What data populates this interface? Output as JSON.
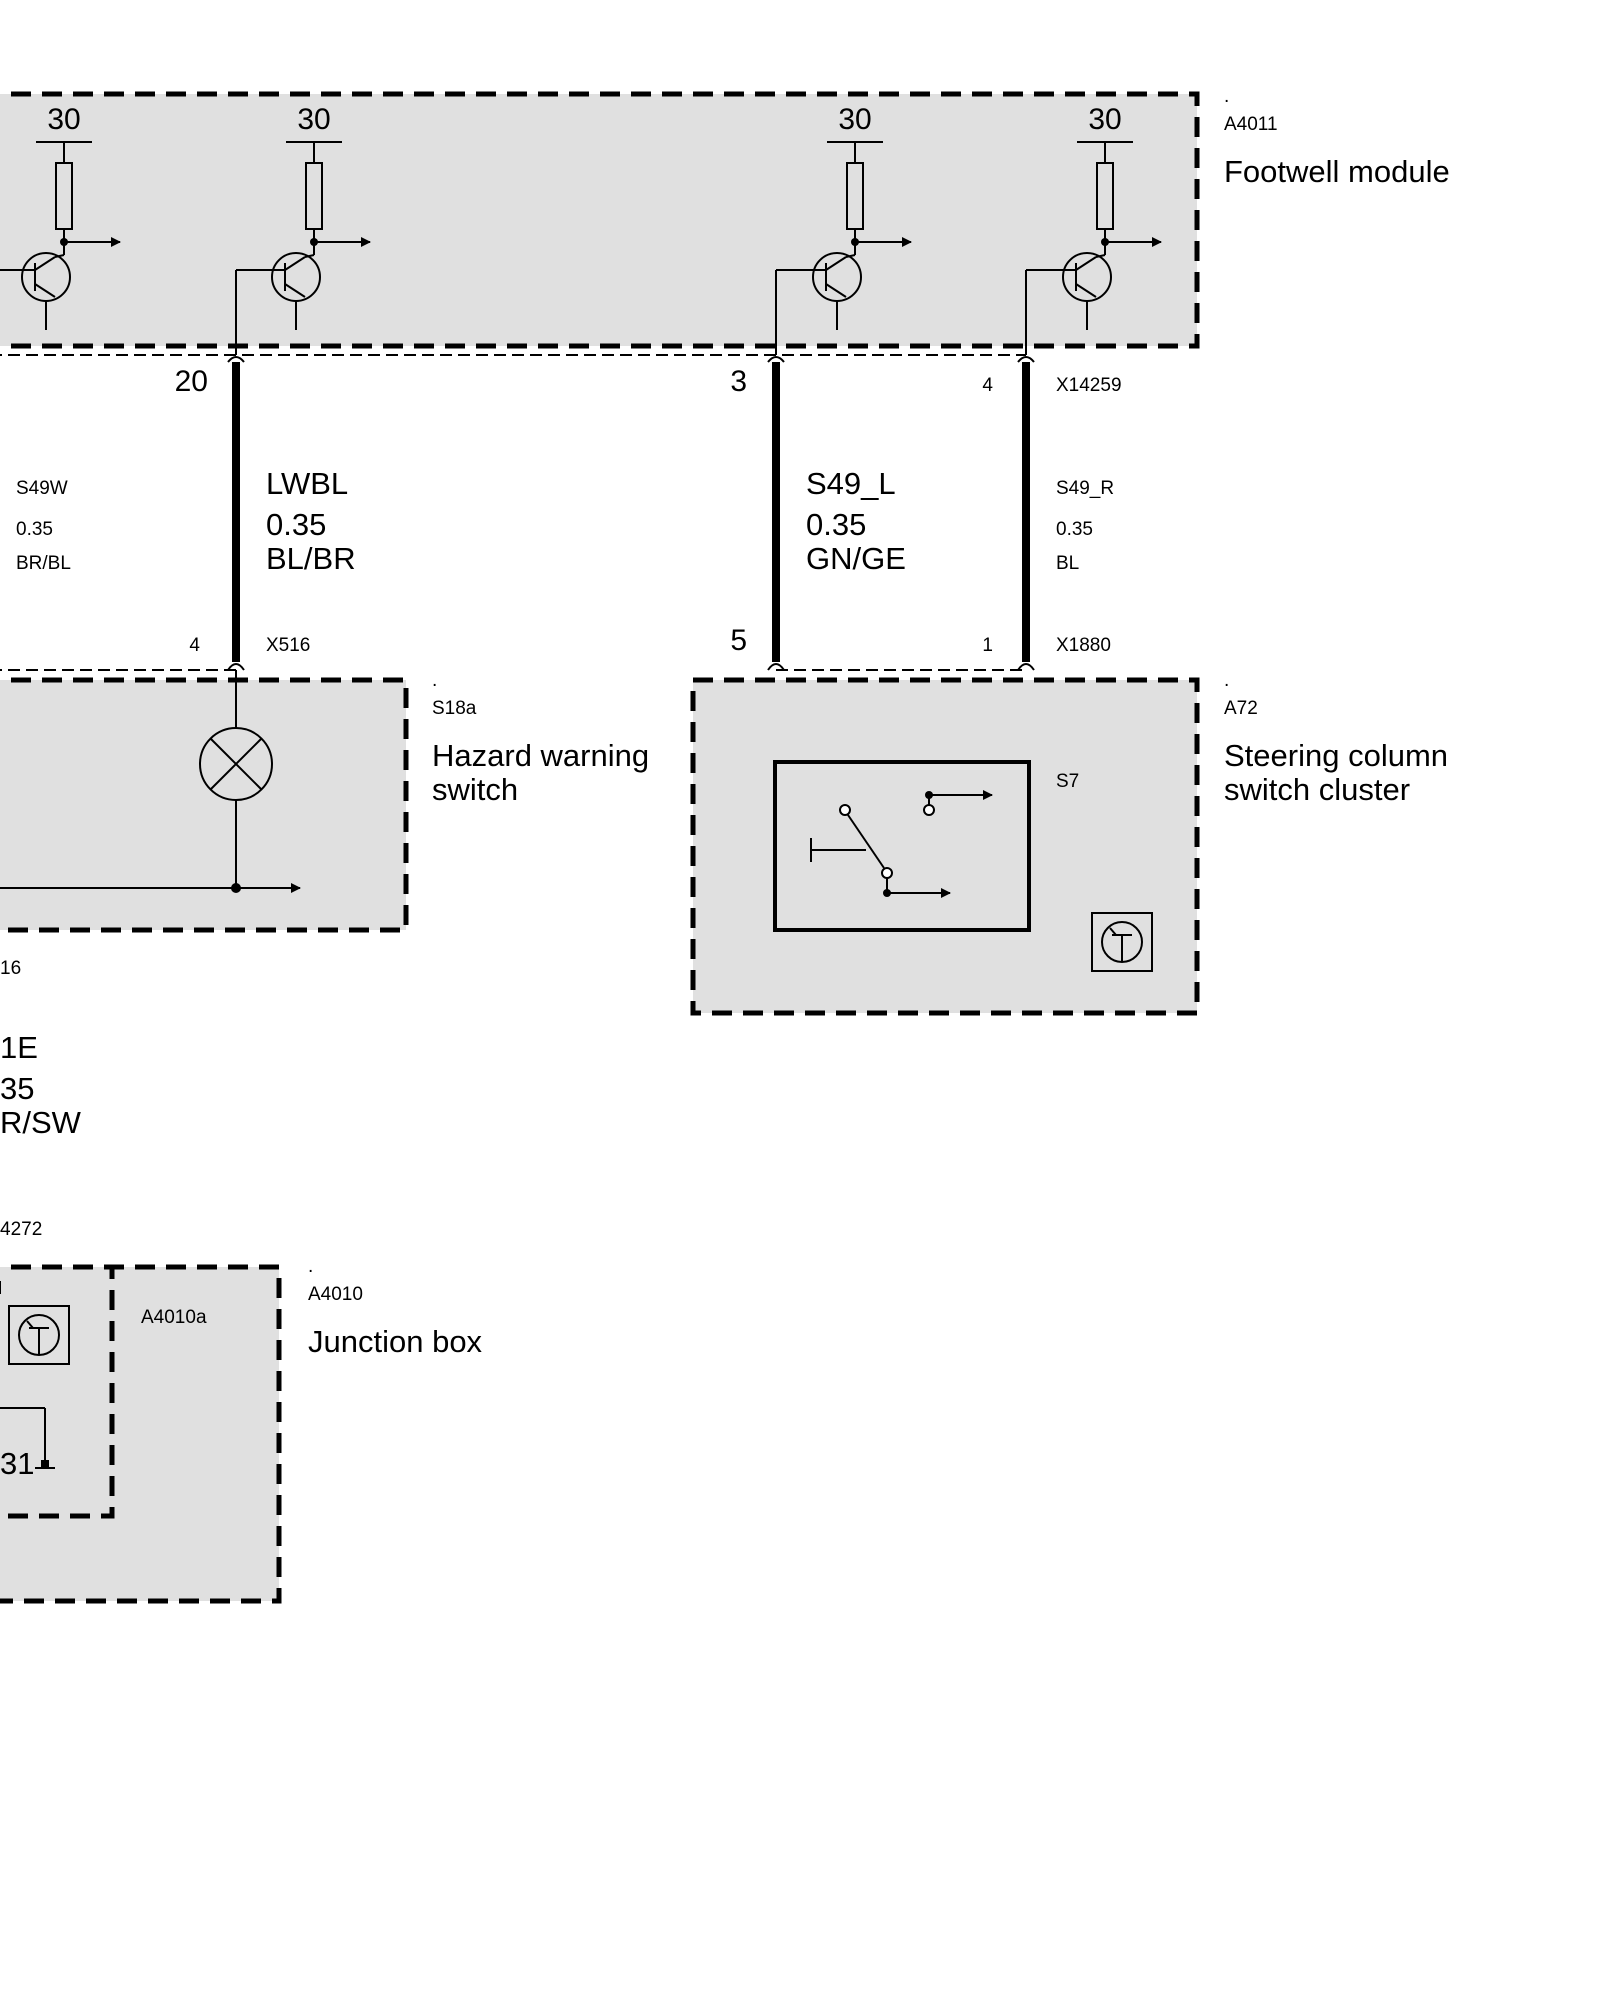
{
  "components": {
    "footwell": {
      "dot": ".",
      "code": "A4011",
      "name": "Footwell module",
      "terminal_label": "30"
    },
    "hazard": {
      "dot": ".",
      "code": "S18a",
      "name_line1": "Hazard warning",
      "name_line2": "switch"
    },
    "steering": {
      "dot": ".",
      "code": "A72",
      "name_line1": "Steering column",
      "name_line2": "switch cluster",
      "switch_code": "S7"
    },
    "junction": {
      "dot": ".",
      "code": "A4010",
      "name": "Junction box",
      "sub_code": "A4010a"
    }
  },
  "connectors": {
    "x14259": {
      "name": "X14259",
      "pin_20": "20",
      "pin_3": "3",
      "pin_4": "4"
    },
    "x516": {
      "name": "X516",
      "pin": "4"
    },
    "x1880": {
      "name": "X1880",
      "pin_5": "5",
      "pin_1": "1"
    },
    "partial_left_16": "16",
    "partial_left_4272": "4272",
    "partial_pin_31": "31"
  },
  "wires": {
    "s49w": {
      "name": "S49W",
      "size": "0.35",
      "color": "BR/BL"
    },
    "lwbl": {
      "name": "LWBL",
      "size": "0.35",
      "color": "BL/BR"
    },
    "s49_l": {
      "name": "S49_L",
      "size": "0.35",
      "color": "GN/GE"
    },
    "s49_r": {
      "name": "S49_R",
      "size": "0.35",
      "color": "BL"
    },
    "partial_bottom": {
      "name": "1E",
      "size": "35",
      "color": "R/SW"
    }
  }
}
